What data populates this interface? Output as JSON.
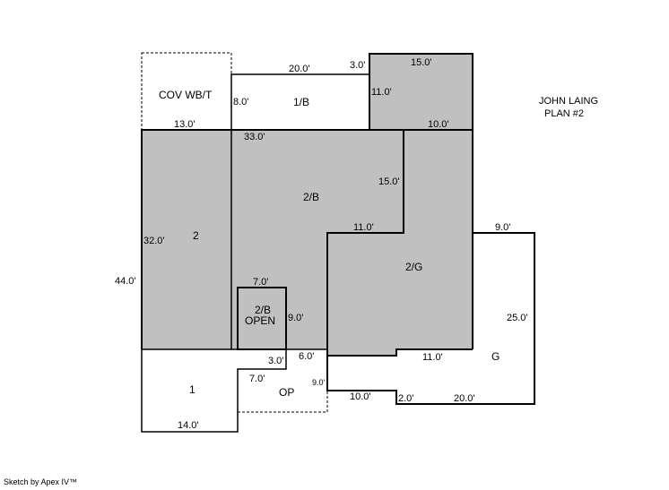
{
  "title": {
    "line1": "JOHN LAING",
    "line2": "PLAN #2"
  },
  "footer": "Sketch by Apex IV™",
  "rooms": {
    "cov_wbt": "COV WB/T",
    "first_b": "1/B",
    "second": "2",
    "second_b": "2/B",
    "second_b_open_1": "2/B",
    "second_b_open_2": "OPEN",
    "second_g": "2/G",
    "g": "G",
    "first": "1",
    "op": "OP"
  },
  "dimensions": {
    "d_20_top": "20.0'",
    "d_3_top": "3.0'",
    "d_15_top": "15.0'",
    "d_8": "8.0'",
    "d_11_upper": "11.0'",
    "d_13": "13.0'",
    "d_33": "33.0'",
    "d_10_upper": "10.0'",
    "d_15_mid": "15.0'",
    "d_11_mid": "11.0'",
    "d_9_right": "9.0'",
    "d_32": "32.0'",
    "d_44": "44.0'",
    "d_7_open": "7.0'",
    "d_9_open": "9.0'",
    "d_25": "25.0'",
    "d_3_low": "3.0'",
    "d_6": "6.0'",
    "d_11_low": "11.0'",
    "d_7_low": "7.0'",
    "d_9_small": "9.0'",
    "d_10_low": "10.0'",
    "d_2": "2.0'",
    "d_20_low": "20.0'",
    "d_14": "14.0'"
  },
  "colors": {
    "shaded": "#c0c0c0",
    "line": "#000000",
    "background": "#ffffff"
  }
}
